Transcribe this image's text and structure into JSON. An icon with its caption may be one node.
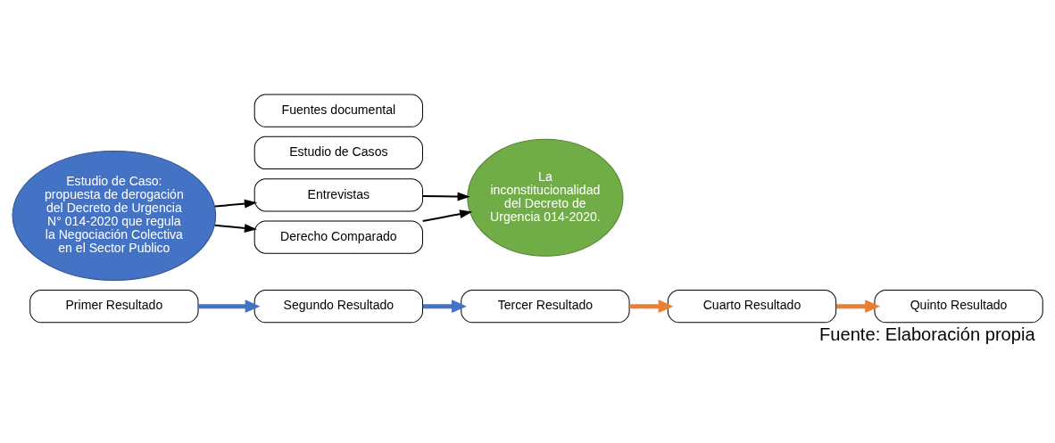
{
  "diagram": {
    "caption": "Fuente: Elaboración propia",
    "nodes": [
      {
        "text": [
          "Segundo Resultado"
        ]
      },
      {
        "text": [
          "Tercer Resultado"
        ]
      },
      {
        "text": [
          "Cuarto Resultado"
        ]
      },
      {
        "text": [
          "Primer Resultado"
        ]
      },
      {
        "text": [
          "Quinto Resultado"
        ]
      },
      {
        "text": [
          "Estudio de Caso: propuesta de derogación del Decreto de Urgencia N° 014-2020 que regula la Negociación Colectiva en el Sector Publico"
        ]
      },
      {
        "text": [
          "Entrevistas"
        ]
      },
      {
        "text": [
          "Estudio de Casos"
        ]
      },
      {
        "text": [
          "Fuentes documental"
        ]
      },
      {
        "text": [
          "Derecho Comparado"
        ]
      },
      {
        "text": [
          "La inconstitucionalidad del Decreto de Urgencia 014-2020."
        ]
      }
    ],
    "edges": [
      {
        "from": 3,
        "to": 0,
        "arrow": "to",
        "style": "thick",
        "color": "#4472c4"
      },
      {
        "from": 0,
        "to": 1,
        "arrow": "to",
        "style": "thick",
        "color": "#4472c4"
      },
      {
        "from": 1,
        "to": 2,
        "arrow": "to",
        "style": "thick",
        "color": "#ed7d31"
      },
      {
        "from": 2,
        "to": 4,
        "arrow": "to",
        "style": "thick",
        "color": "#ed7d31"
      },
      {
        "from": 5,
        "to": 6,
        "arrow": "to"
      },
      {
        "from": 5,
        "to": 9,
        "arrow": "to"
      },
      {
        "from": 6,
        "to": 10,
        "arrow": "to"
      },
      {
        "from": 9,
        "to": 10,
        "arrow": "to"
      }
    ]
  }
}
